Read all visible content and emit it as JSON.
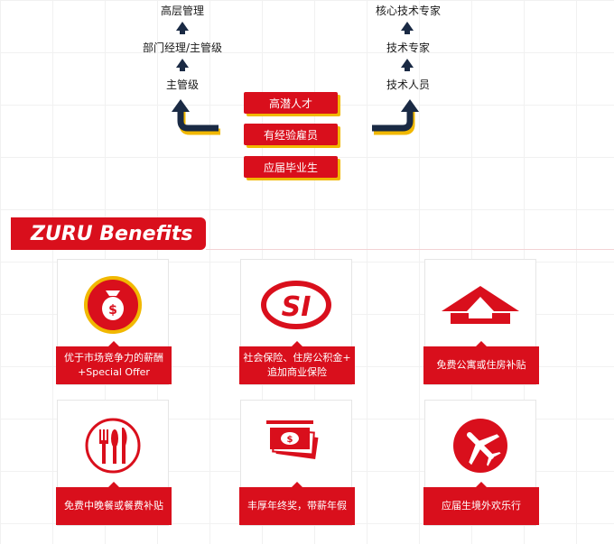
{
  "career_path": {
    "management": [
      "高层管理",
      "部门经理/主管级",
      "主管级"
    ],
    "technical": [
      "核心技术专家",
      "技术专家",
      "技术人员"
    ],
    "entry": [
      "高潜人才",
      "有经验雇员",
      "应届毕业生"
    ]
  },
  "benefits": {
    "title": "ZURU Benefits",
    "items": [
      {
        "label": "优于市场竞争力的薪酬\n+Special Offer",
        "icon": "money-bag-icon"
      },
      {
        "label": "社会保险、住房公积金+\n追加商业保险",
        "icon": "social-insurance-icon"
      },
      {
        "label": "免费公寓或住房补贴",
        "icon": "house-icon"
      },
      {
        "label": "免费中晚餐或餐费补贴",
        "icon": "fork-knife-icon"
      },
      {
        "label": "丰厚年终奖，带薪年假",
        "icon": "cash-icon"
      },
      {
        "label": "应届生境外欢乐行",
        "icon": "airplane-icon"
      }
    ]
  },
  "colors": {
    "brand_red": "#d90f1c",
    "accent_yellow": "#f1b800",
    "navy": "#1a2a44"
  }
}
